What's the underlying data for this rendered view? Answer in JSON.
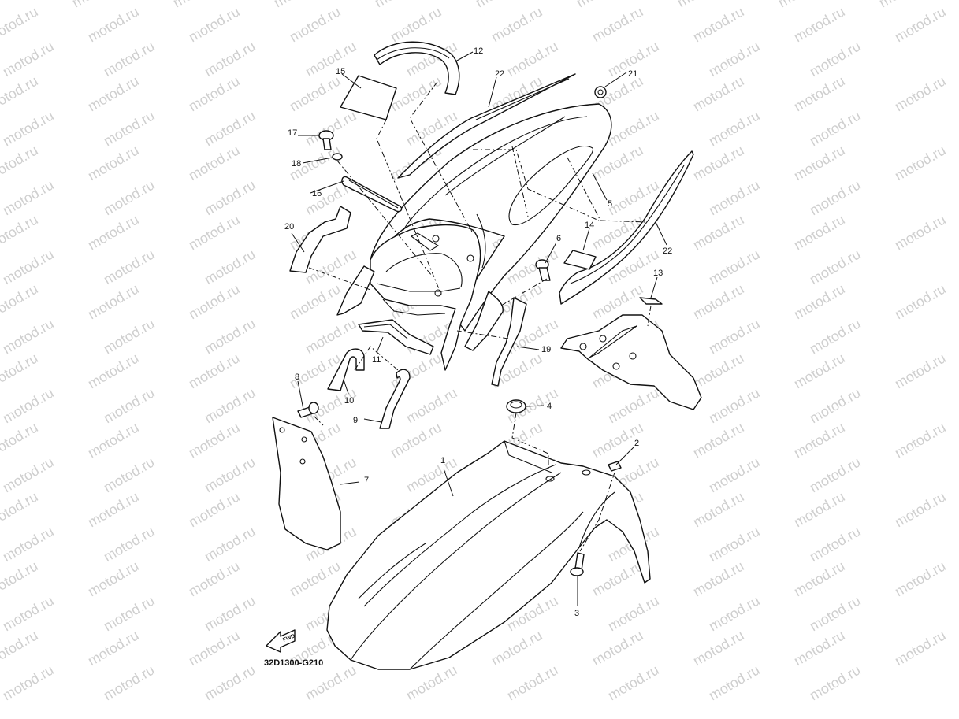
{
  "watermark_text": "motod.ru",
  "diagram_code": "32D1300-G210",
  "fwd_label": "FWD",
  "callouts": {
    "c1": "1",
    "c2": "2",
    "c3": "3",
    "c4": "4",
    "c5": "5",
    "c6": "6",
    "c7": "7",
    "c8": "8",
    "c9": "9",
    "c10": "10",
    "c11": "11",
    "c12": "12",
    "c13": "13",
    "c14": "14",
    "c15": "15",
    "c16": "16",
    "c17": "17",
    "c18": "18",
    "c19": "19",
    "c20": "20",
    "c21": "21",
    "c22a": "22",
    "c22b": "22"
  }
}
